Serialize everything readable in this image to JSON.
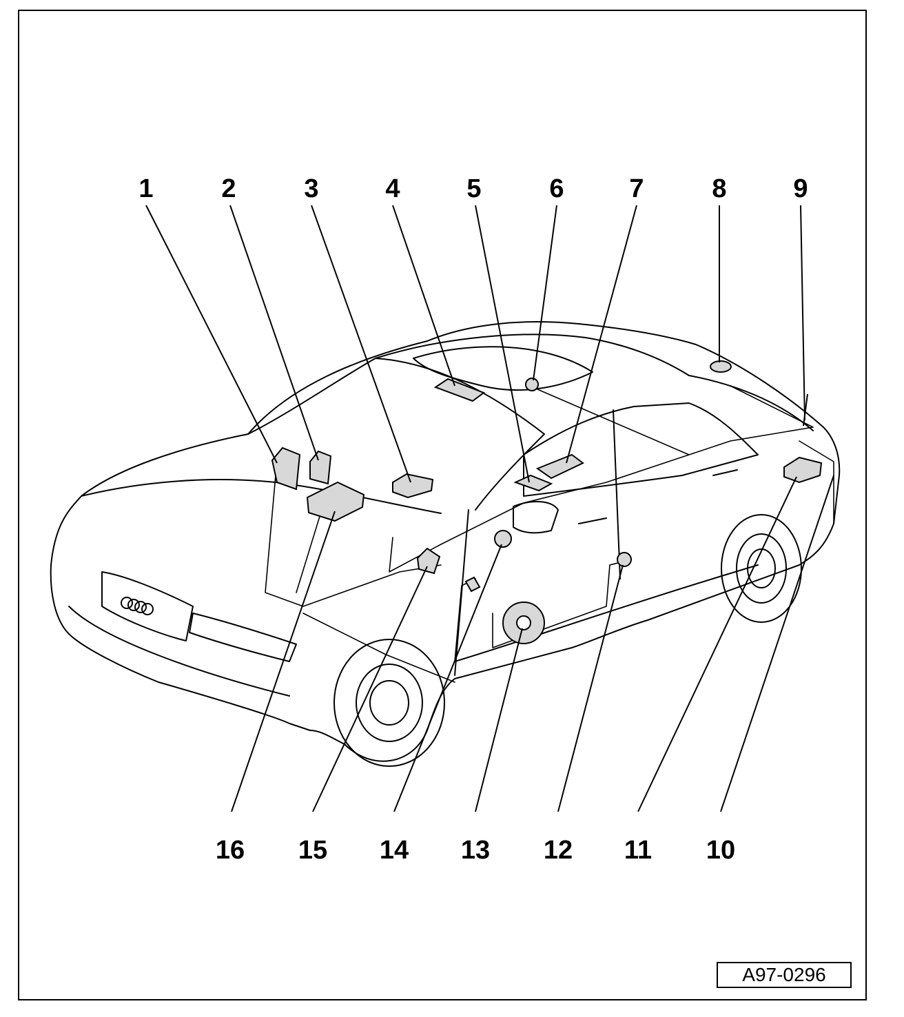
{
  "diagram": {
    "callouts_top": [
      "1",
      "2",
      "3",
      "4",
      "5",
      "6",
      "7",
      "8",
      "9"
    ],
    "callouts_bottom": [
      "16",
      "15",
      "14",
      "13",
      "12",
      "11",
      "10"
    ],
    "figure_ref": "A97-0296"
  },
  "brand": {
    "logo_icon": "four-rings-logo-icon"
  }
}
